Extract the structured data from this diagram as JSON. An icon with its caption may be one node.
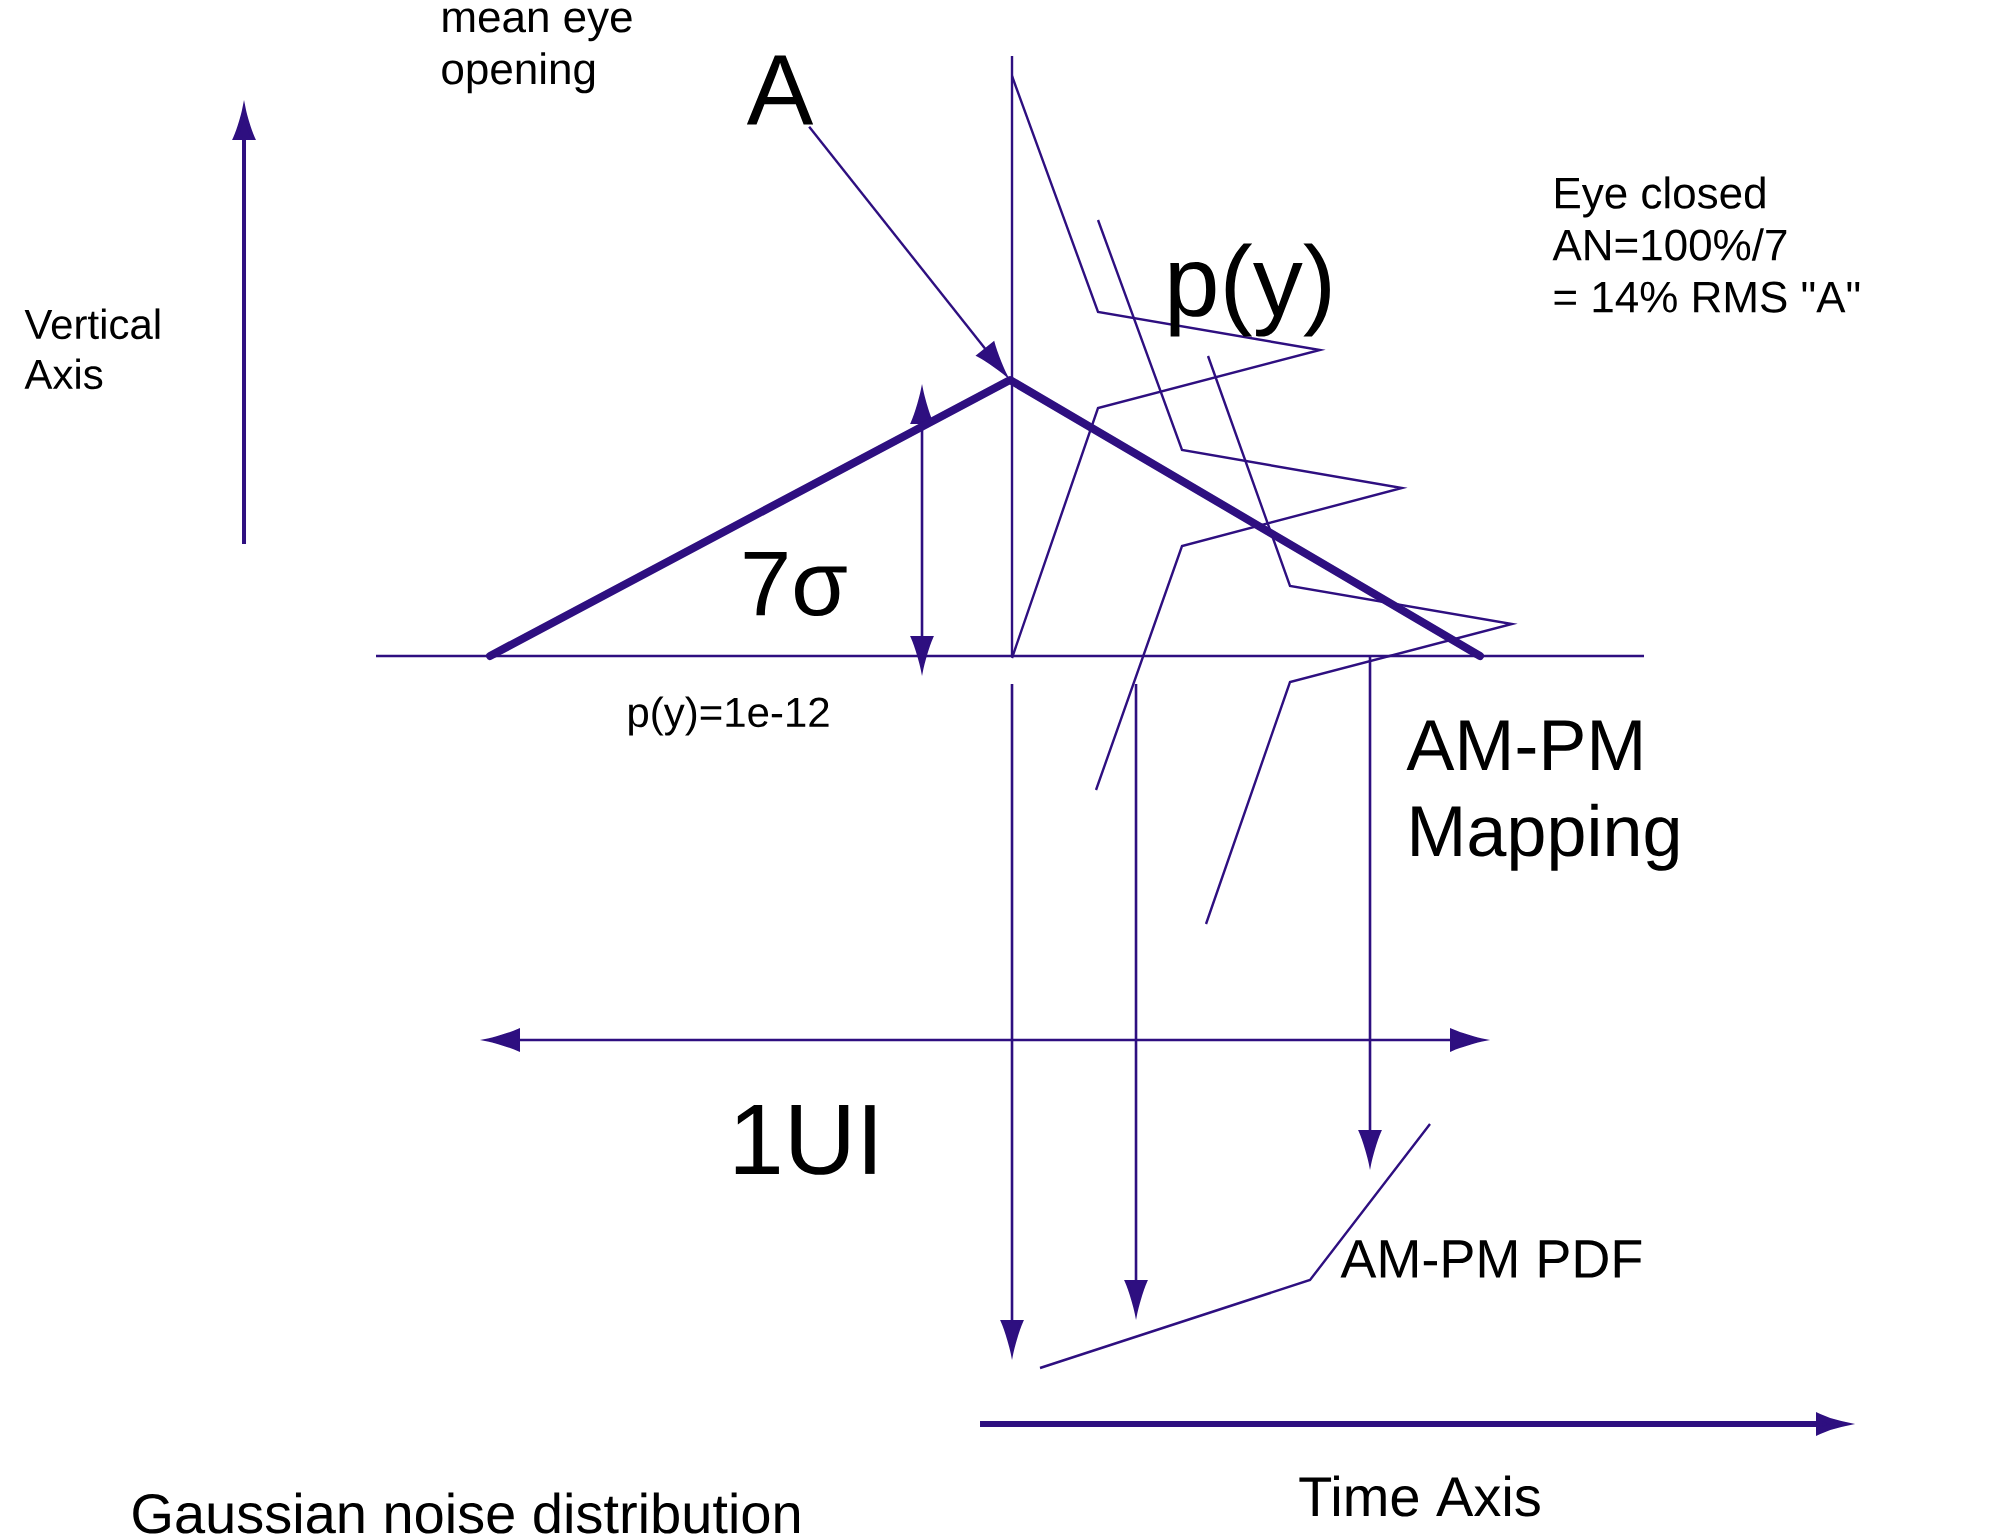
{
  "diagram": {
    "nodes": [
      {
        "text": [
          "A"
        ]
      },
      {
        "text": [],
        "shape": "triangle"
      }
    ],
    "edges": [
      {
        "from": 0,
        "to": 1,
        "arrow": "to"
      }
    ],
    "labels": [
      "mean eye opening",
      "Vertical Axis",
      "Eye closed AN=100%/7 = 14% RMS \"A\"",
      "p(y)",
      "7σ",
      "p(y)=1e-12",
      "AM-PM Mapping",
      "1UI",
      "AM-PM PDF",
      "Time Axis",
      "Gaussian noise distribution"
    ]
  }
}
